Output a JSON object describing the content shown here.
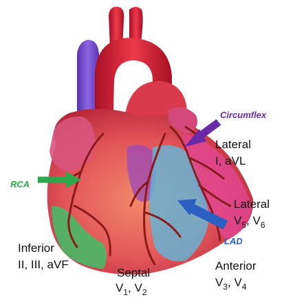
{
  "labels": {
    "circumflex": "Circumflex",
    "lateral_upper": {
      "title": "Lateral",
      "leads": "I, aVL"
    },
    "rca": "RCA",
    "lateral_lower": {
      "title": "Lateral",
      "lead_a": "V",
      "lead_a_sub": "5",
      "sep": ", ",
      "lead_b": "V",
      "lead_b_sub": "6"
    },
    "lad": "LAD",
    "inferior": {
      "title": "Inferior",
      "leads": "II, III, aVF"
    },
    "septal": {
      "title": "Septal",
      "lead_a": "V",
      "lead_a_sub": "1",
      "sep": ", ",
      "lead_b": "V",
      "lead_b_sub": "2"
    },
    "anterior": {
      "title": "Anterior",
      "lead_a": "V",
      "lead_a_sub": "3",
      "sep": ", ",
      "lead_b": "V",
      "lead_b_sub": "4"
    }
  },
  "colors": {
    "circumflex": "#6a2aa8",
    "rca": "#2aa84a",
    "lad": "#2b5fc4",
    "aorta": "#e0203a",
    "vena_cava": "#7a4fd0",
    "heart_body": "#e2555a",
    "lateral_wall": "#e0458e",
    "septal_wall": "#9a4ab8",
    "anterior_wall": "#5fb8d8",
    "inferior_wall": "#3fbf6a",
    "vessels": "#8a1a1a"
  }
}
